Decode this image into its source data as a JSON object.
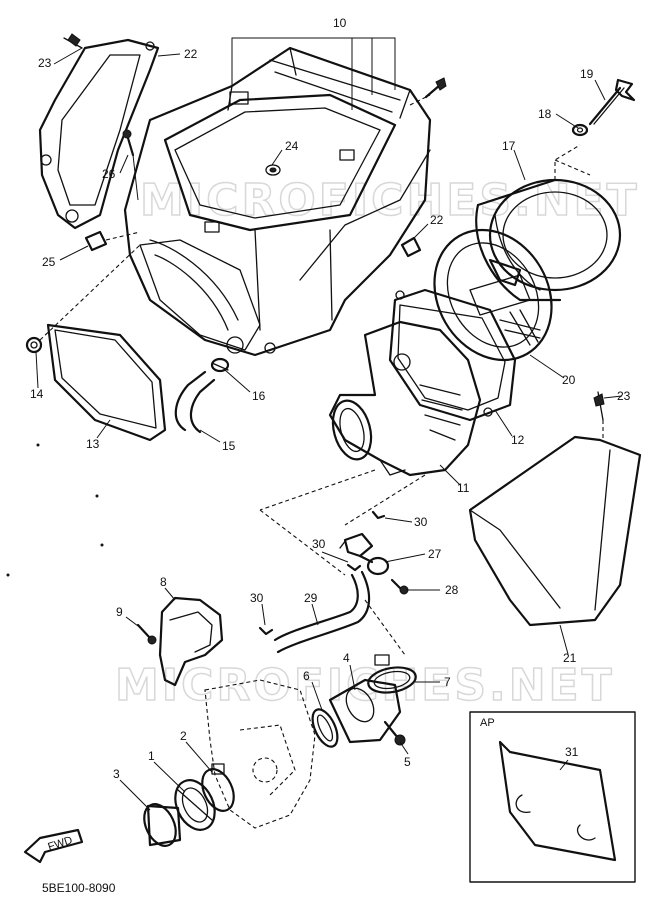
{
  "watermarks": [
    "MICROFICHES.NET",
    "MICROFICHES.NET"
  ],
  "diagram_code": "5BE100-8090",
  "fwd_label": "FWD",
  "inset_label": "AP",
  "callouts": {
    "c1": "1",
    "c2": "2",
    "c3": "3",
    "c4": "4",
    "c5": "5",
    "c6": "6",
    "c7": "7",
    "c8": "8",
    "c9": "9",
    "c10": "10",
    "c11": "11",
    "c12": "12",
    "c13": "13",
    "c14": "14",
    "c15": "15",
    "c16": "16",
    "c17": "17",
    "c18": "18",
    "c19": "19",
    "c20": "20",
    "c21": "21",
    "c22": "22",
    "c23a": "23",
    "c23b": "23",
    "c24": "24",
    "c25": "25",
    "c26": "26",
    "c27": "27",
    "c28": "28",
    "c29": "29",
    "c30a": "30",
    "c30b": "30",
    "c30c": "30",
    "c31": "31",
    "c32": "22"
  }
}
